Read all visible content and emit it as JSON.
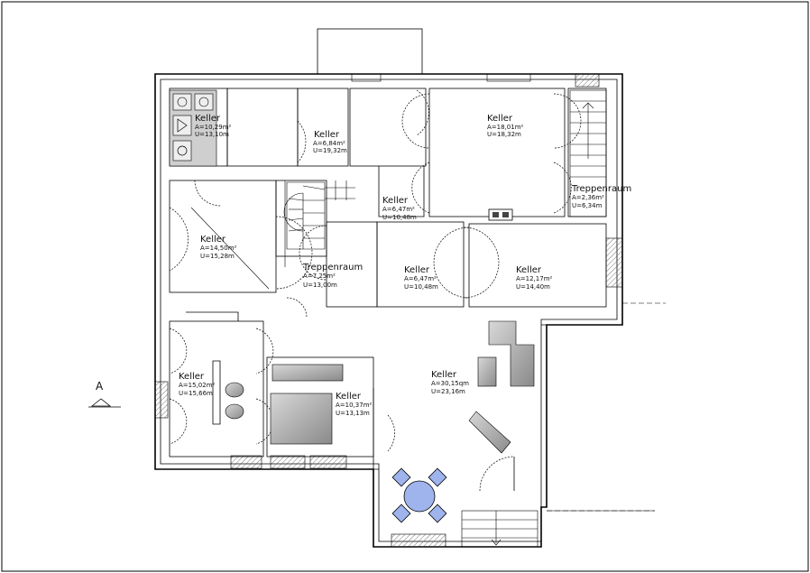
{
  "section_marker": {
    "letter": "A"
  },
  "rooms": [
    {
      "id": "r1",
      "name": "Keller",
      "area": "A=10,29m²",
      "perimeter": "U=13,10m"
    },
    {
      "id": "r2",
      "name": "Keller",
      "area": "A=6,84m²",
      "perimeter": "U=19,32m"
    },
    {
      "id": "r3",
      "name": "Keller",
      "area": "A=18,01m²",
      "perimeter": "U=18,32m"
    },
    {
      "id": "r4",
      "name": "Treppenraum",
      "area": "A=2,36m²",
      "perimeter": "U=6,34m"
    },
    {
      "id": "r5",
      "name": "Keller",
      "area": "A=6,47m²",
      "perimeter": "U=10,48m"
    },
    {
      "id": "r6",
      "name": "Keller",
      "area": "A=14,50m²",
      "perimeter": "U=15,28m"
    },
    {
      "id": "r7",
      "name": "Treppenraum",
      "area": "A=7,25m²",
      "perimeter": "U=13,00m"
    },
    {
      "id": "r8",
      "name": "Keller",
      "area": "A=6,47m²",
      "perimeter": "U=10,48m"
    },
    {
      "id": "r9",
      "name": "Keller",
      "area": "A=12,17m²",
      "perimeter": "U=14,40m"
    },
    {
      "id": "r10",
      "name": "Keller",
      "area": "A=30,15qm",
      "perimeter": "U=23,16m"
    },
    {
      "id": "r11",
      "name": "Keller",
      "area": "A=15,02m²",
      "perimeter": "U=15,66m"
    },
    {
      "id": "r12",
      "name": "Keller",
      "area": "A=10,37m²",
      "perimeter": "U=13,13m"
    }
  ]
}
